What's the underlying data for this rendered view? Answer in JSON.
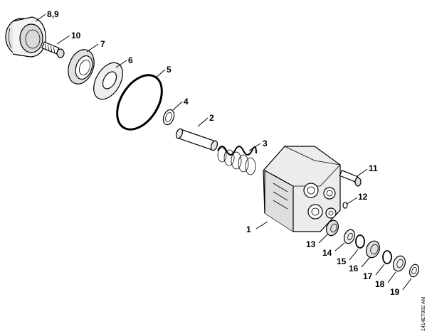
{
  "diagram": {
    "labels": {
      "p1": "1",
      "p2": "2",
      "p3": "3",
      "p4": "4",
      "p5": "5",
      "p6": "6",
      "p7": "7",
      "p89": "8,9",
      "p10": "10",
      "p11": "11",
      "p12": "12",
      "p13": "13",
      "p14": "14",
      "p15": "15",
      "p16": "16",
      "p17": "17",
      "p18": "18",
      "p19": "19"
    },
    "drawing_code": "1414ET002 AM"
  }
}
